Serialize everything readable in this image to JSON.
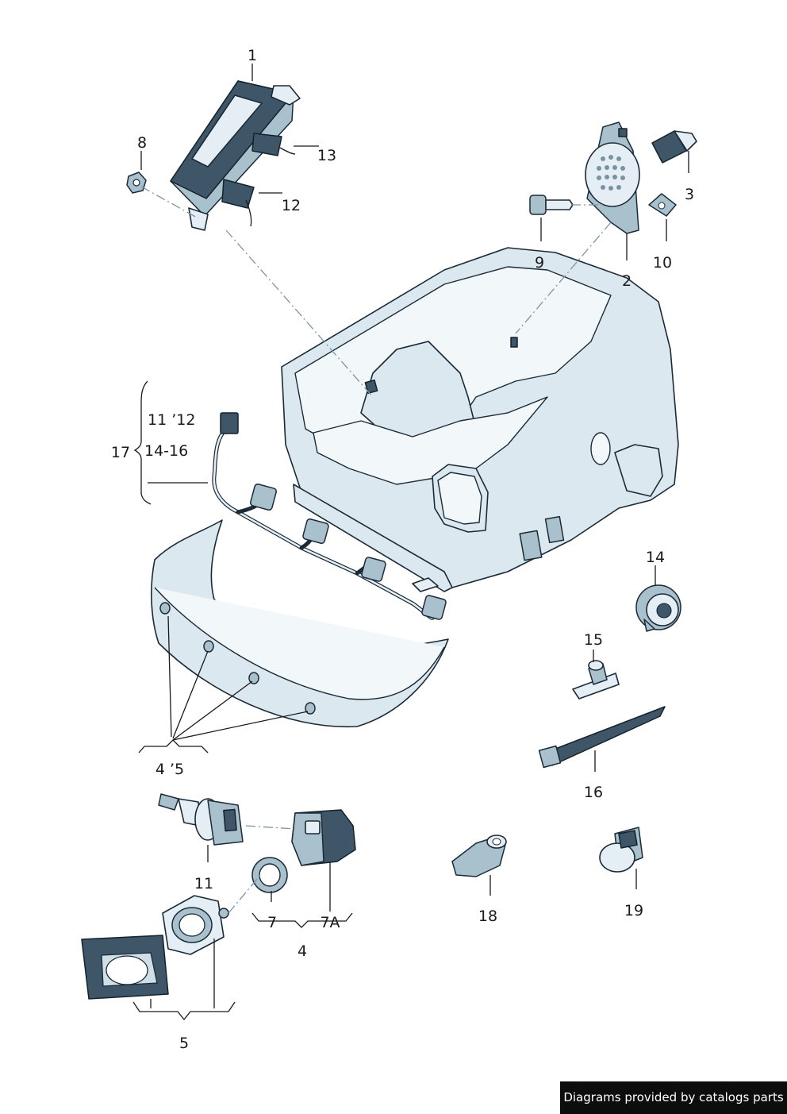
{
  "callouts": {
    "c1": "1",
    "c2": "2",
    "c3": "3",
    "c4_main": "4",
    "c4_5": "4 ’5",
    "c5": "5",
    "c7": "7",
    "c7a": "7A",
    "c8": "8",
    "c9": "9",
    "c10": "10",
    "c11": "11",
    "c11_12": "11 ’12",
    "c12": "12",
    "c13": "13",
    "c14": "14",
    "c14_16": "14-16",
    "c15": "15",
    "c16": "16",
    "c17": "17",
    "c18": "18",
    "c19": "19"
  },
  "footer": {
    "credit": "Diagrams provided by catalogs parts"
  }
}
